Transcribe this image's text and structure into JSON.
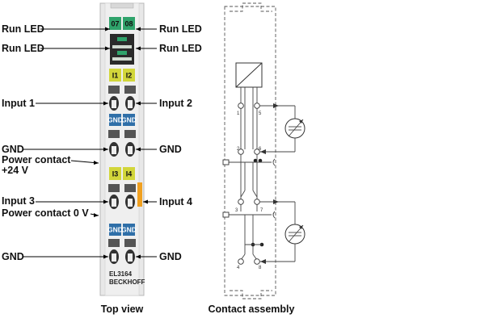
{
  "labels": {
    "run_led_1": "Run LED",
    "run_led_2": "Run LED",
    "run_led_3": "Run LED",
    "run_led_4": "Run LED",
    "input_1": "Input 1",
    "input_2": "Input 2",
    "gnd_1": "GND",
    "gnd_2": "GND",
    "power_contact_24v_line1": "Power contact",
    "power_contact_24v_line2": "+24 V",
    "input_3": "Input 3",
    "input_4": "Input 4",
    "power_contact_0v": "Power contact 0 V",
    "gnd_3": "GND",
    "gnd_4": "GND"
  },
  "captions": {
    "top_view": "Top view",
    "contact_assembly": "Contact assembly"
  },
  "terminal": {
    "model": "EL3164",
    "brand": "BECKHOFF",
    "led_row_1": [
      "07",
      "08"
    ],
    "channel_labels_top": [
      "I1",
      "I2"
    ],
    "gnd_labels_top": [
      "GND",
      "GND"
    ],
    "channel_labels_bottom": [
      "I3",
      "I4"
    ],
    "gnd_labels_bottom": [
      "GND",
      "GND"
    ]
  },
  "schematic": {
    "contact_numbers": [
      "1",
      "5",
      "2",
      "6",
      "3",
      "7",
      "4",
      "8"
    ]
  },
  "colors": {
    "led_green": "#2fa36b",
    "channel_yellow": "#d2d63a",
    "gnd_blue": "#2f6fa8",
    "power_orange": "#f0a020",
    "housing": "#e6e6e6"
  }
}
